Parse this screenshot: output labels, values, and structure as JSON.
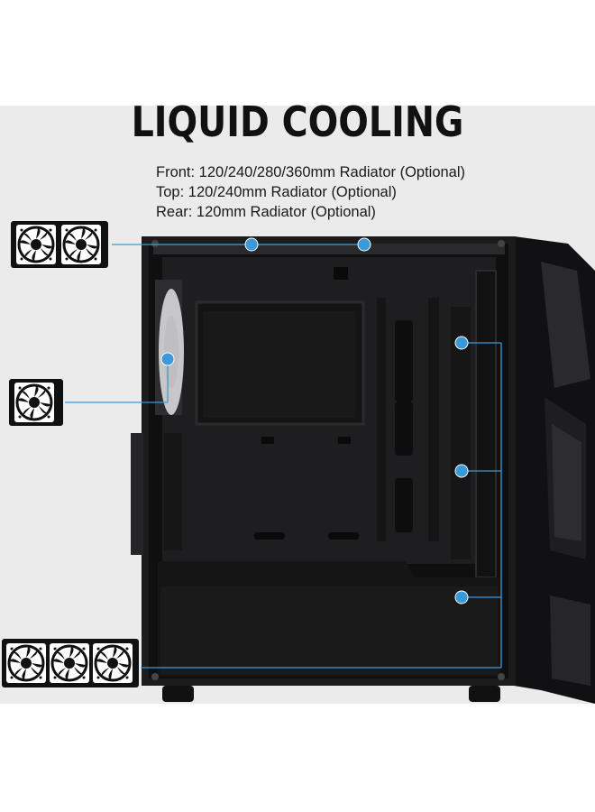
{
  "heading": "LIQUID COOLING",
  "specs": [
    "Front: 120/240/280/360mm Radiator (Optional)",
    "Top: 120/240mm Radiator (Optional)",
    "Rear: 120mm Radiator (Optional)"
  ],
  "radiator_icons": [
    {
      "location": "top",
      "fans": 2
    },
    {
      "location": "rear",
      "fans": 1
    },
    {
      "location": "front",
      "fans": 3
    }
  ],
  "colors": {
    "accent": "#3a9ad9",
    "case": "#1c1c1e",
    "background": "#ebebeb"
  }
}
